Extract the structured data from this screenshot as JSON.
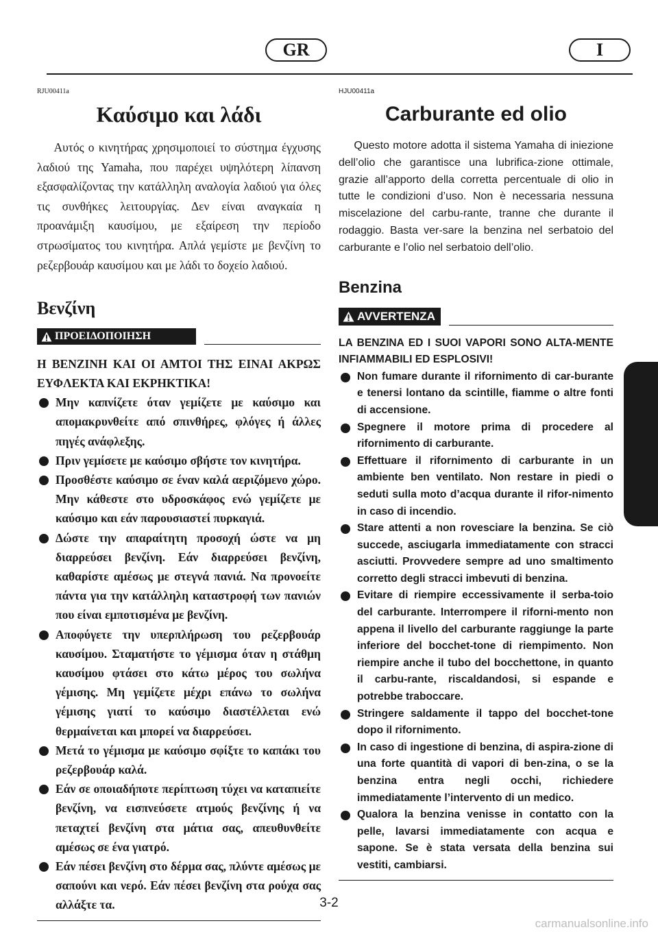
{
  "header": {
    "left_label": "GR",
    "right_label": "I"
  },
  "greek": {
    "code": "RJU00411a",
    "title": "Καύσιμο και λάδι",
    "intro": "Αυτός ο κινητήρας χρησιμοποιεί το σύστημα έγχυσης λαδιού της Yamaha, που παρέχει υψηλότερη λίπανση εξασφαλίζοντας την κατάλληλη αναλογία λαδιού για όλες τις συνθήκες λειτουργίας. Δεν είναι αναγκαία η προανάμιξη καυσίμου, με εξαίρεση την περίοδο στρωσίματος του κινητήρα. Απλά γεμίστε με βενζίνη το ρεζερβουάρ καυσίμου και με λάδι το δοχείο λαδιού.",
    "subheading": "Βενζίνη",
    "warning_label": "ΠΡΟΕΙΔΟΠΟΙΗΣΗ",
    "warning_head": "Η ΒΕΝΖΙΝΗ ΚΑΙ ΟΙ ΑΜΤΟΙ ΤΗΣ ΕΙΝΑΙ ΑΚΡΩΣ ΕΥΦΛΕΚΤΑ ΚΑΙ ΕΚΡΗΚΤΙΚΑ!",
    "bullets": [
      "Μην καπνίζετε όταν γεμίζετε με καύσιμο και απομακρυνθείτε από σπινθήρες, φλόγες ή άλλες πηγές ανάφλεξης.",
      "Πριν γεμίσετε με καύσιμο σβήστε τον κινητήρα.",
      "Προσθέστε καύσιμο σε έναν καλά αεριζόμενο χώρο. Μην κάθεστε στο υδροσκάφος ενώ γεμίζετε με καύσιμο και εάν παρουσιαστεί πυρκαγιά.",
      "Δώστε την απαραίτητη προσοχή ώστε να μη διαρρεύσει βενζίνη. Εάν διαρρεύσει βενζίνη, καθαρίστε αμέσως με στεγνά πανιά. Να προνοείτε πάντα για την κατάλληλη καταστροφή των πανιών που είναι εμποτισμένα με βενζίνη.",
      "Αποφύγετε την υπερπλήρωση του ρεζερβουάρ καυσίμου. Σταματήστε το γέμισμα όταν η στάθμη καυσίμου φτάσει στο κάτω μέρος του σωλήνα γέμισης. Μη γεμίζετε μέχρι επάνω το σωλήνα γέμισης γιατί το καύσιμο διαστέλλεται ενώ θερμαίνεται και μπορεί να διαρρεύσει.",
      "Μετά το γέμισμα με καύσιμο σφίξτε το καπάκι του ρεζερβουάρ καλά.",
      "Εάν σε οποιαδήποτε περίπτωση τύχει να καταπιείτε βενζίνη, να εισπνεύσετε ατμούς βενζίνης ή να πεταχτεί βενζίνη στα μάτια σας, απευθυνθείτε αμέσως σε ένα γιατρό.",
      "Εάν πέσει βενζίνη στο δέρμα σας, πλύντε αμέσως με σαπούνι και νερό. Εάν πέσει βενζίνη στα ρούχα σας αλλάξτε τα."
    ]
  },
  "italian": {
    "code": "HJU00411a",
    "title": "Carburante ed olio",
    "intro": "Questo motore adotta il sistema Yamaha di iniezione dell’olio che garantisce una lubrifica-zione ottimale, grazie all’apporto della corretta percentuale di olio in tutte le condizioni d’uso. Non è necessaria nessuna miscelazione del carbu-rante, tranne che durante il rodaggio. Basta ver-sare la benzina nel serbatoio del carburante e l’olio nel serbatoio dell’olio.",
    "subheading": "Benzina",
    "warning_label": "AVVERTENZA",
    "warning_head": "LA BENZINA ED I SUOI VAPORI SONO ALTA-MENTE INFIAMMABILI ED ESPLOSIVI!",
    "bullets": [
      "Non fumare durante il rifornimento di car-burante e tenersi lontano da scintille, fiamme o altre fonti di accensione.",
      "Spegnere il motore prima di procedere al rifornimento di carburante.",
      "Effettuare il rifornimento di carburante in un ambiente ben ventilato. Non restare in piedi o seduti sulla moto d’acqua durante il rifor-nimento in caso di incendio.",
      "Stare attenti a non rovesciare la benzina. Se ciò succede, asciugarla immediatamente con stracci asciutti. Provvedere sempre ad uno smaltimento corretto degli stracci imbevuti di benzina.",
      "Evitare di riempire eccessivamente il serba-toio del carburante. Interrompere il riforni-mento non appena il livello del carburante raggiunge la parte inferiore del bocchet-tone di riempimento. Non riempire anche il tubo del bocchettone, in quanto il carbu-rante, riscaldandosi, si espande e potrebbe traboccare.",
      "Stringere saldamente il tappo del bocchet-tone dopo il rifornimento.",
      "In caso di ingestione di benzina, di aspira-zione di una forte quantità di vapori di ben-zina, o se la benzina entra negli occhi, richiedere immediatamente l’intervento di un medico.",
      "Qualora la benzina venisse in contatto con la pelle, lavarsi immediatamente con acqua e sapone. Se è stata versata della benzina sui vestiti, cambiarsi."
    ]
  },
  "footer": {
    "page_number": "3-2",
    "watermark": "carmanualsonline.info"
  }
}
